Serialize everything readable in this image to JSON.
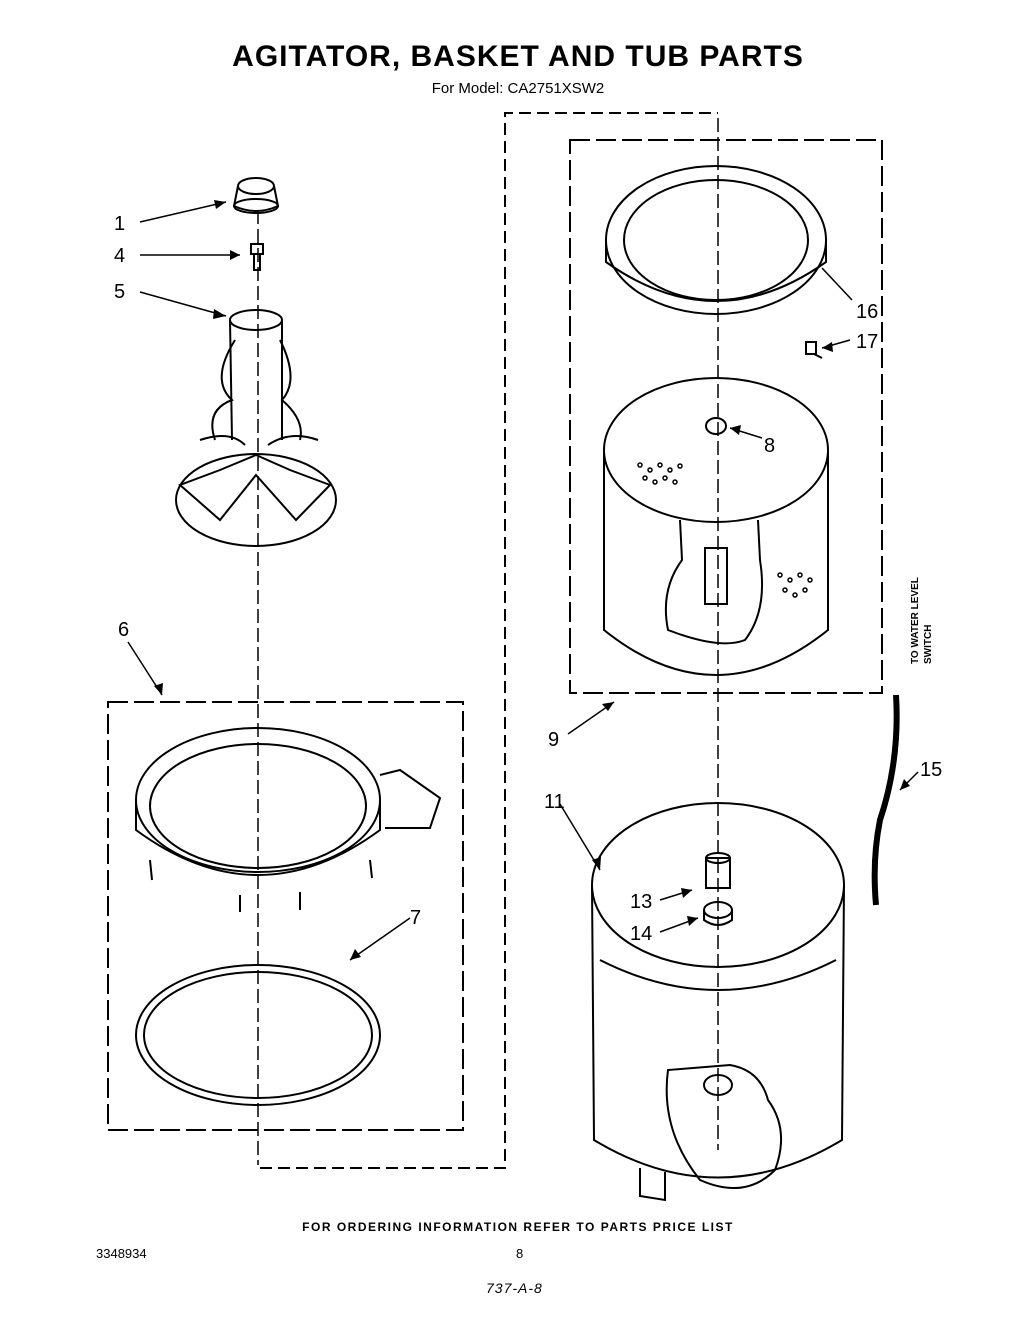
{
  "title": "AGITATOR, BASKET AND TUB PARTS",
  "subtitle": "For Model: CA2751XSW2",
  "callouts": {
    "c1": "1",
    "c4": "4",
    "c5": "5",
    "c6": "6",
    "c7": "7",
    "c8": "8",
    "c9": "9",
    "c11": "11",
    "c13": "13",
    "c14": "14",
    "c15": "15",
    "c16": "16",
    "c17": "17"
  },
  "side_note": {
    "line1": "TO WATER LEVEL",
    "line2": "SWITCH"
  },
  "footer": {
    "ordering_note": "FOR ORDERING INFORMATION REFER TO PARTS PRICE LIST",
    "doc_number": "3348934",
    "page_number": "8",
    "revision": "737-A-8"
  }
}
